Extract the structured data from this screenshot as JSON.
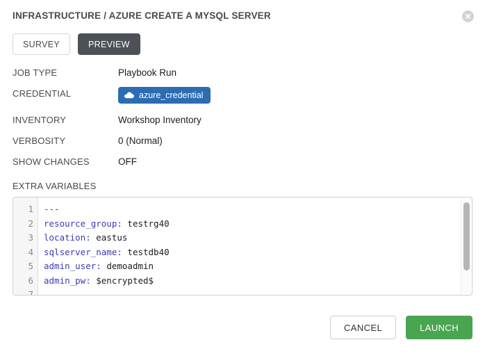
{
  "dialog": {
    "title": "INFRASTRUCTURE / AZURE CREATE A MYSQL SERVER",
    "close_icon": "close-circle-icon"
  },
  "tabs": [
    {
      "label": "SURVEY",
      "active": false
    },
    {
      "label": "PREVIEW",
      "active": true
    }
  ],
  "details": [
    {
      "label": "JOB TYPE",
      "value": "Playbook Run"
    },
    {
      "label": "CREDENTIAL",
      "value": "azure_credential",
      "badge": true,
      "icon": "cloud-icon",
      "color": "#2b6cb3"
    },
    {
      "label": "INVENTORY",
      "value": "Workshop Inventory"
    },
    {
      "label": "VERBOSITY",
      "value": "0 (Normal)"
    },
    {
      "label": "SHOW CHANGES",
      "value": "OFF"
    }
  ],
  "extra_variables": {
    "label": "EXTRA VARIABLES",
    "line_numbers": [
      "1",
      "2",
      "3",
      "4",
      "5",
      "6",
      "7"
    ],
    "lines": [
      {
        "key": "---",
        "value": ""
      },
      {
        "key": "resource_group:",
        "value": " testrg40"
      },
      {
        "key": "location:",
        "value": " eastus"
      },
      {
        "key": "sqlserver_name:",
        "value": " testdb40"
      },
      {
        "key": "admin_user:",
        "value": " demoadmin"
      },
      {
        "key": "admin_pw:",
        "value": " $encrypted$"
      }
    ],
    "raw": "---\nresource_group: testrg40\nlocation: eastus\nsqlserver_name: testdb40\nadmin_user: demoadmin\nadmin_pw: $encrypted$"
  },
  "footer": {
    "cancel_label": "CANCEL",
    "launch_label": "LAUNCH",
    "launch_color": "#4aa551"
  }
}
